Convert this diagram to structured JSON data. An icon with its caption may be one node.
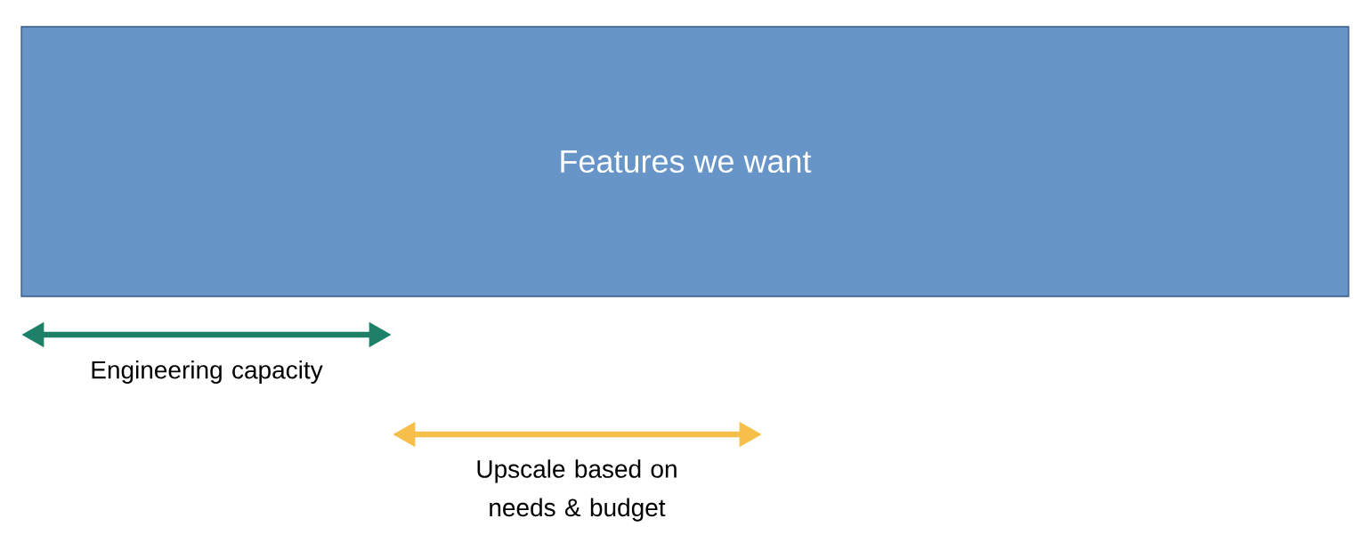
{
  "diagram": {
    "nodes": [
      {
        "text": [
          "Features we want"
        ]
      }
    ],
    "labels": [
      "Engineering capacity",
      "Upscale based on needs & budget"
    ]
  }
}
